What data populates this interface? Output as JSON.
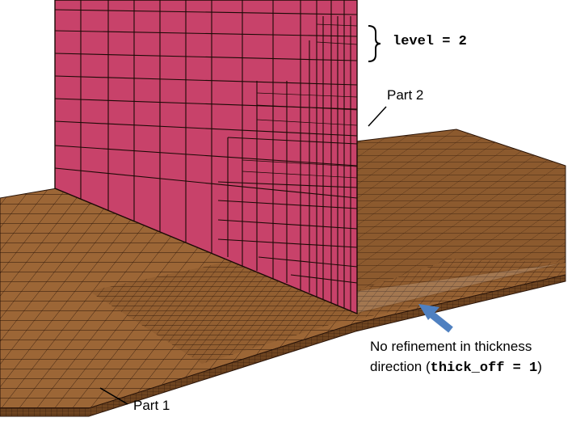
{
  "annotations": {
    "level_label": "level = 2",
    "part2_label": "Part 2",
    "part1_label": "Part 1",
    "note_line1": "No refinement in thickness",
    "note_line2_prefix": "direction (",
    "note_line2_code": "thick_off = 1",
    "note_line2_suffix": ")"
  },
  "colors": {
    "plate": "#9a6434",
    "plate_dark": "#6e4420",
    "plate_edge": "#4a2a10",
    "wall": "#c8426a",
    "wall_dark": "#a83256",
    "mesh_line": "#1a0a05",
    "arrow": "#4f80c0"
  }
}
